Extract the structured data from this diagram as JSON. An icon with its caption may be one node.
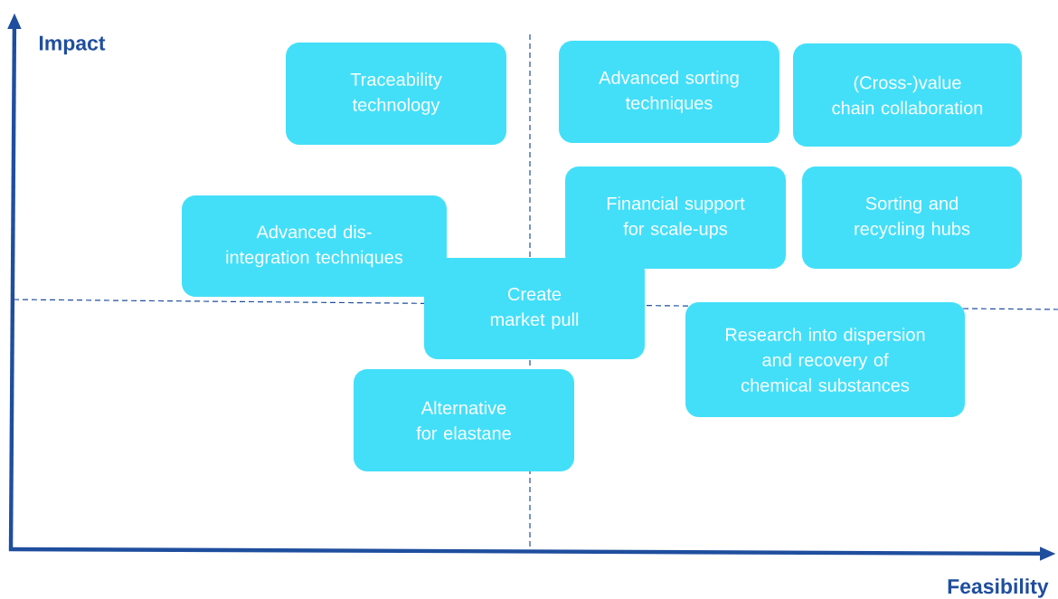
{
  "diagram": {
    "nodes": [
      {
        "text": [
          "Traceability technology"
        ]
      },
      {
        "text": [
          "Advanced sorting techniques"
        ]
      },
      {
        "text": [
          "(Cross-)value chain collaboration"
        ]
      },
      {
        "text": [
          "Advanced dis-integration techniques"
        ]
      },
      {
        "text": [
          "Financial support for scale-ups"
        ]
      },
      {
        "text": [
          "Sorting and recycling hubs"
        ]
      },
      {
        "text": [
          "Create market pull"
        ]
      },
      {
        "text": [
          "Research into dispersion and recovery of chemical substances"
        ]
      },
      {
        "text": [
          "Alternative for elastane"
        ]
      }
    ],
    "labels": [
      "Impact",
      "Feasibility"
    ]
  }
}
